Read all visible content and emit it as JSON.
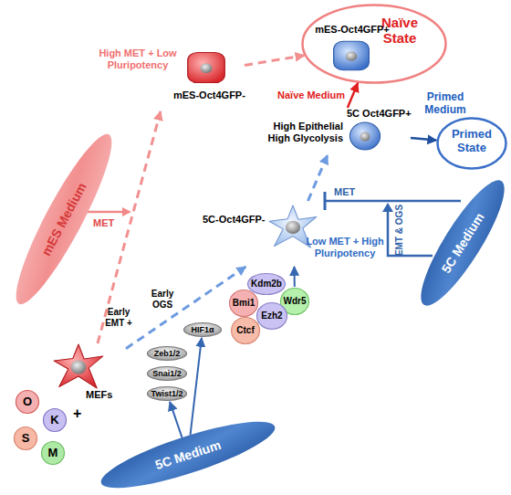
{
  "diagram": {
    "nodes": [
      {
        "text": [
          "Naïve State"
        ]
      },
      {
        "text": [
          "mES-Oct4GFP+"
        ],
        "in": 0
      },
      {
        "text": [
          "Primed State"
        ]
      },
      {
        "text": [
          "5C Oct4GFP+",
          "High Epithelial High Glycolysis"
        ]
      },
      {
        "text": [
          "mES Medium"
        ]
      },
      {
        "text": [
          "mES-Oct4GFP-",
          "High MET + Low Pluripotency"
        ]
      },
      {
        "text": [
          "5C Medium"
        ]
      },
      {
        "text": [
          "5C-Oct4GFP-",
          "Low MET + High Pluripotency"
        ]
      },
      {
        "text": [
          "Kdm2b"
        ]
      },
      {
        "text": [
          "Bmi1"
        ]
      },
      {
        "text": [
          "Wdr5"
        ]
      },
      {
        "text": [
          "Ezh2"
        ]
      },
      {
        "text": [
          "Ctcf"
        ]
      },
      {
        "text": [
          "MEFs"
        ]
      },
      {
        "text": [
          "O"
        ]
      },
      {
        "text": [
          "K"
        ]
      },
      {
        "text": [
          "S"
        ]
      },
      {
        "text": [
          "M"
        ]
      },
      {
        "text": [
          "HIF1α"
        ]
      },
      {
        "text": [
          "Zeb1/2"
        ]
      },
      {
        "text": [
          "Snai1/2"
        ]
      },
      {
        "text": [
          "Twist1/2"
        ]
      },
      {
        "text": [
          "5C Medium"
        ]
      }
    ],
    "edges": [
      {
        "from": 3,
        "to": 0,
        "arrow": "to",
        "label": "Naïve Medium"
      },
      {
        "from": 3,
        "to": 2,
        "arrow": "to",
        "label": "Primed Medium"
      },
      {
        "from": 5,
        "to": 0,
        "arrow": "to"
      },
      {
        "from": 13,
        "to": 5,
        "arrow": "to"
      },
      {
        "from": 13,
        "to": 7,
        "arrow": "to"
      },
      {
        "from": 7,
        "to": 3,
        "arrow": "to"
      },
      {
        "from": 10,
        "to": 7,
        "arrow": "to"
      },
      {
        "from": 22,
        "to": 21,
        "arrow": "to"
      },
      {
        "from": 22,
        "to": 18,
        "arrow": "to"
      }
    ],
    "labels": [
      "MET",
      "+",
      "Early EMT +",
      "Early OGS",
      "MET",
      "EMT & OGS"
    ]
  }
}
